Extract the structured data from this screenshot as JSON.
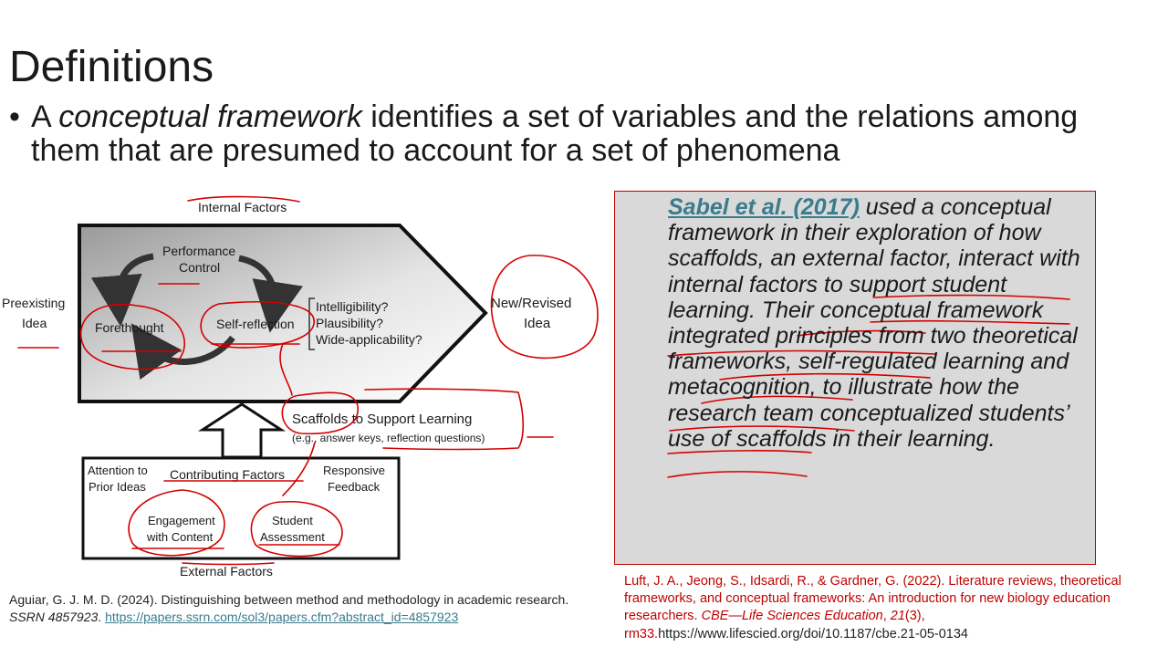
{
  "slide": {
    "title": "Definitions",
    "bullet": {
      "pre": "A ",
      "term": "conceptual framework",
      "post": " identifies a set of variables and the relations among them that are presumed to account for a set of phenomena"
    }
  },
  "diagram": {
    "internal_factors": "Internal Factors",
    "preexisting_1": "Preexisting",
    "preexisting_2": "Idea",
    "performance_1": "Performance",
    "performance_2": "Control",
    "forethought": "Forethought",
    "self_reflection": "Self-reflection",
    "criteria_1": "Intelligibility?",
    "criteria_2": "Plausibility?",
    "criteria_3": "Wide-applicability?",
    "new_idea_1": "New/Revised",
    "new_idea_2": "Idea",
    "scaffolds_1": "Scaffolds to Support Learning",
    "scaffolds_2": "(e.g., answer keys, reflection questions)",
    "attention_1": "Attention to",
    "attention_2": "Prior Ideas",
    "contributing": "Contributing Factors",
    "responsive_1": "Responsive",
    "responsive_2": "Feedback",
    "engagement_1": "Engagement",
    "engagement_2": "with Content",
    "student_1": "Student",
    "student_2": "Assessment",
    "external_factors": "External Factors"
  },
  "citation_left": {
    "text": "Aguiar, G. J. M. D. (2024). Distinguishing between method and methodology in academic research. ",
    "journal": "SSRN 4857923",
    "sep": ". ",
    "url": "https://papers.ssrn.com/sol3/papers.cfm?abstract_id=4857923"
  },
  "callout": {
    "link": "Sabel et al. (2017)",
    "text": " used a conceptual framework in their exploration of how scaffolds, an external factor, interact with internal factors to support student learning. Their conceptual framework integrated principles from two theoretical frameworks, self-regulated learning and metacognition, to illustrate how the research team conceptualized students’ use of scaffolds in their learning."
  },
  "citation_right": {
    "text": "Luft, J. A., Jeong, S., Idsardi, R., & Gardner, G. (2022). Literature reviews, theoretical frameworks, and conceptual frameworks: An introduction for new biology education researchers. ",
    "journal": "CBE—Life Sciences Education",
    "sep1": ", ",
    "volume": "21",
    "issue": "(3), rm33.",
    "doi": "https://www.lifescied.org/doi/10.1187/cbe.21-05-0134"
  },
  "colors": {
    "annotation_red": "#d40000",
    "link_teal": "#3a7c8c",
    "callout_bg": "#d9d9d9",
    "citation_red": "#c00000"
  }
}
